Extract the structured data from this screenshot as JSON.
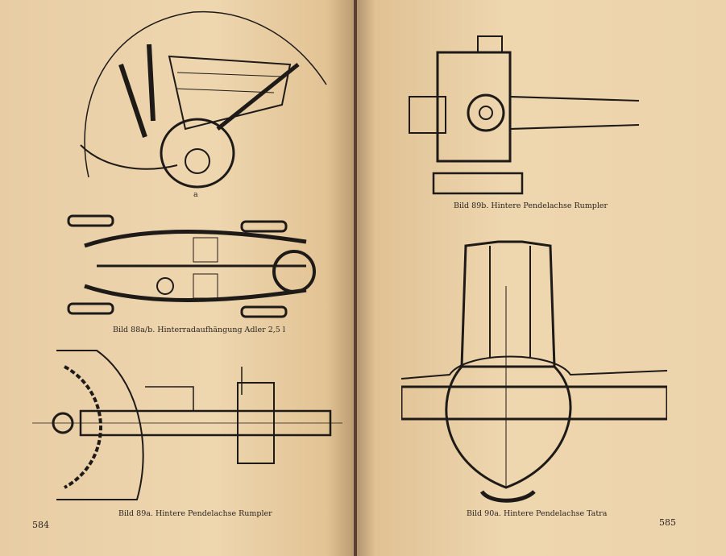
{
  "left_page": {
    "figure_88a_label": "a",
    "caption_88": "Bild 88a/b.  Hinterradaufhängung Adler 2,5 l",
    "caption_89a": "Bild 89a.  Hintere Pendelachse Rumpler",
    "page_number": "584"
  },
  "right_page": {
    "caption_89b": "Bild 89b.  Hintere Pendelachse Rumpler",
    "caption_90a": "Bild 90a.  Hintere Pendelachse Tatra",
    "page_number": "585"
  }
}
